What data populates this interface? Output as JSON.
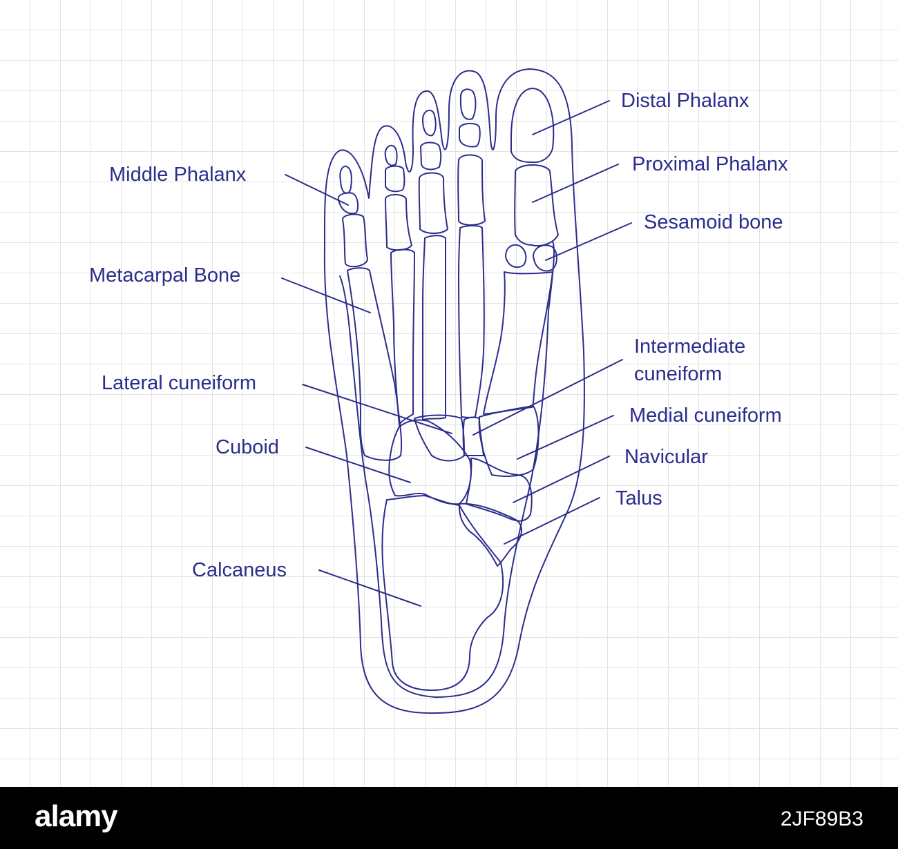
{
  "colors": {
    "ink": "#2b2d8c",
    "grid": "#e3e3e3",
    "paper": "#ffffff",
    "footer_bg": "#000000",
    "footer_text": "#ffffff"
  },
  "labels": {
    "distal_phalanx": "Distal Phalanx",
    "proximal_phalanx": "Proximal Phalanx",
    "sesamoid_bone": "Sesamoid bone",
    "middle_phalanx": "Middle Phalanx",
    "metacarpal_bone": "Metacarpal Bone",
    "intermediate_cuneiform_1": "Intermediate",
    "intermediate_cuneiform_2": "cuneiform",
    "lateral_cuneiform": "Lateral cuneiform",
    "medial_cuneiform": "Medial cuneiform",
    "cuboid": "Cuboid",
    "navicular": "Navicular",
    "talus": "Talus",
    "calcaneus": "Calcaneus"
  },
  "footer": {
    "brand": "alamy",
    "image_code": "2JF89B3"
  }
}
